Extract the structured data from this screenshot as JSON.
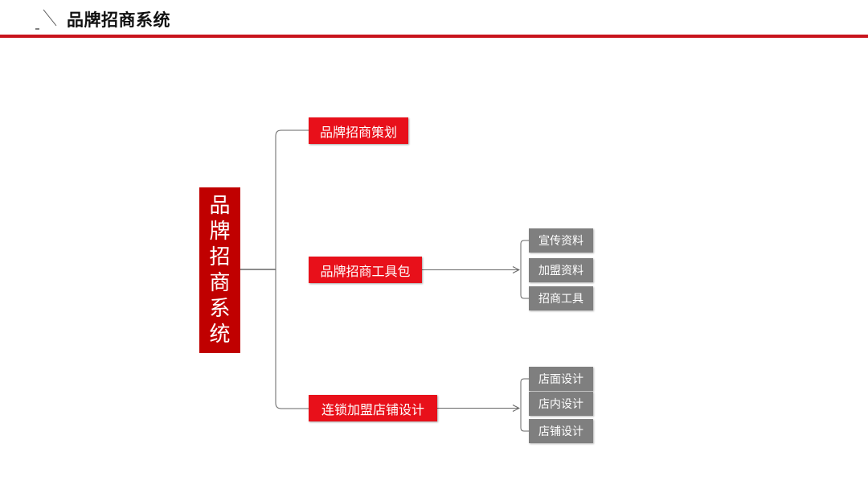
{
  "header": {
    "title": "品牌招商系统"
  },
  "colors": {
    "accent_red": "#c8141c",
    "root_red": "#c00000",
    "node_red": "#e8101a",
    "node_gray": "#7f7f7f",
    "line": "#666666"
  },
  "diagram": {
    "root": {
      "label": "品牌招商系统",
      "chars": [
        "品",
        "牌",
        "招",
        "商",
        "系",
        "统"
      ]
    },
    "branches": [
      {
        "label": "品牌招商策划",
        "children": []
      },
      {
        "label": "品牌招商工具包",
        "children": [
          "宣传资料",
          "加盟资料",
          "招商工具"
        ]
      },
      {
        "label": "连锁加盟店铺设计",
        "children": [
          "店面设计",
          "店内设计",
          "店铺设计"
        ]
      }
    ]
  }
}
